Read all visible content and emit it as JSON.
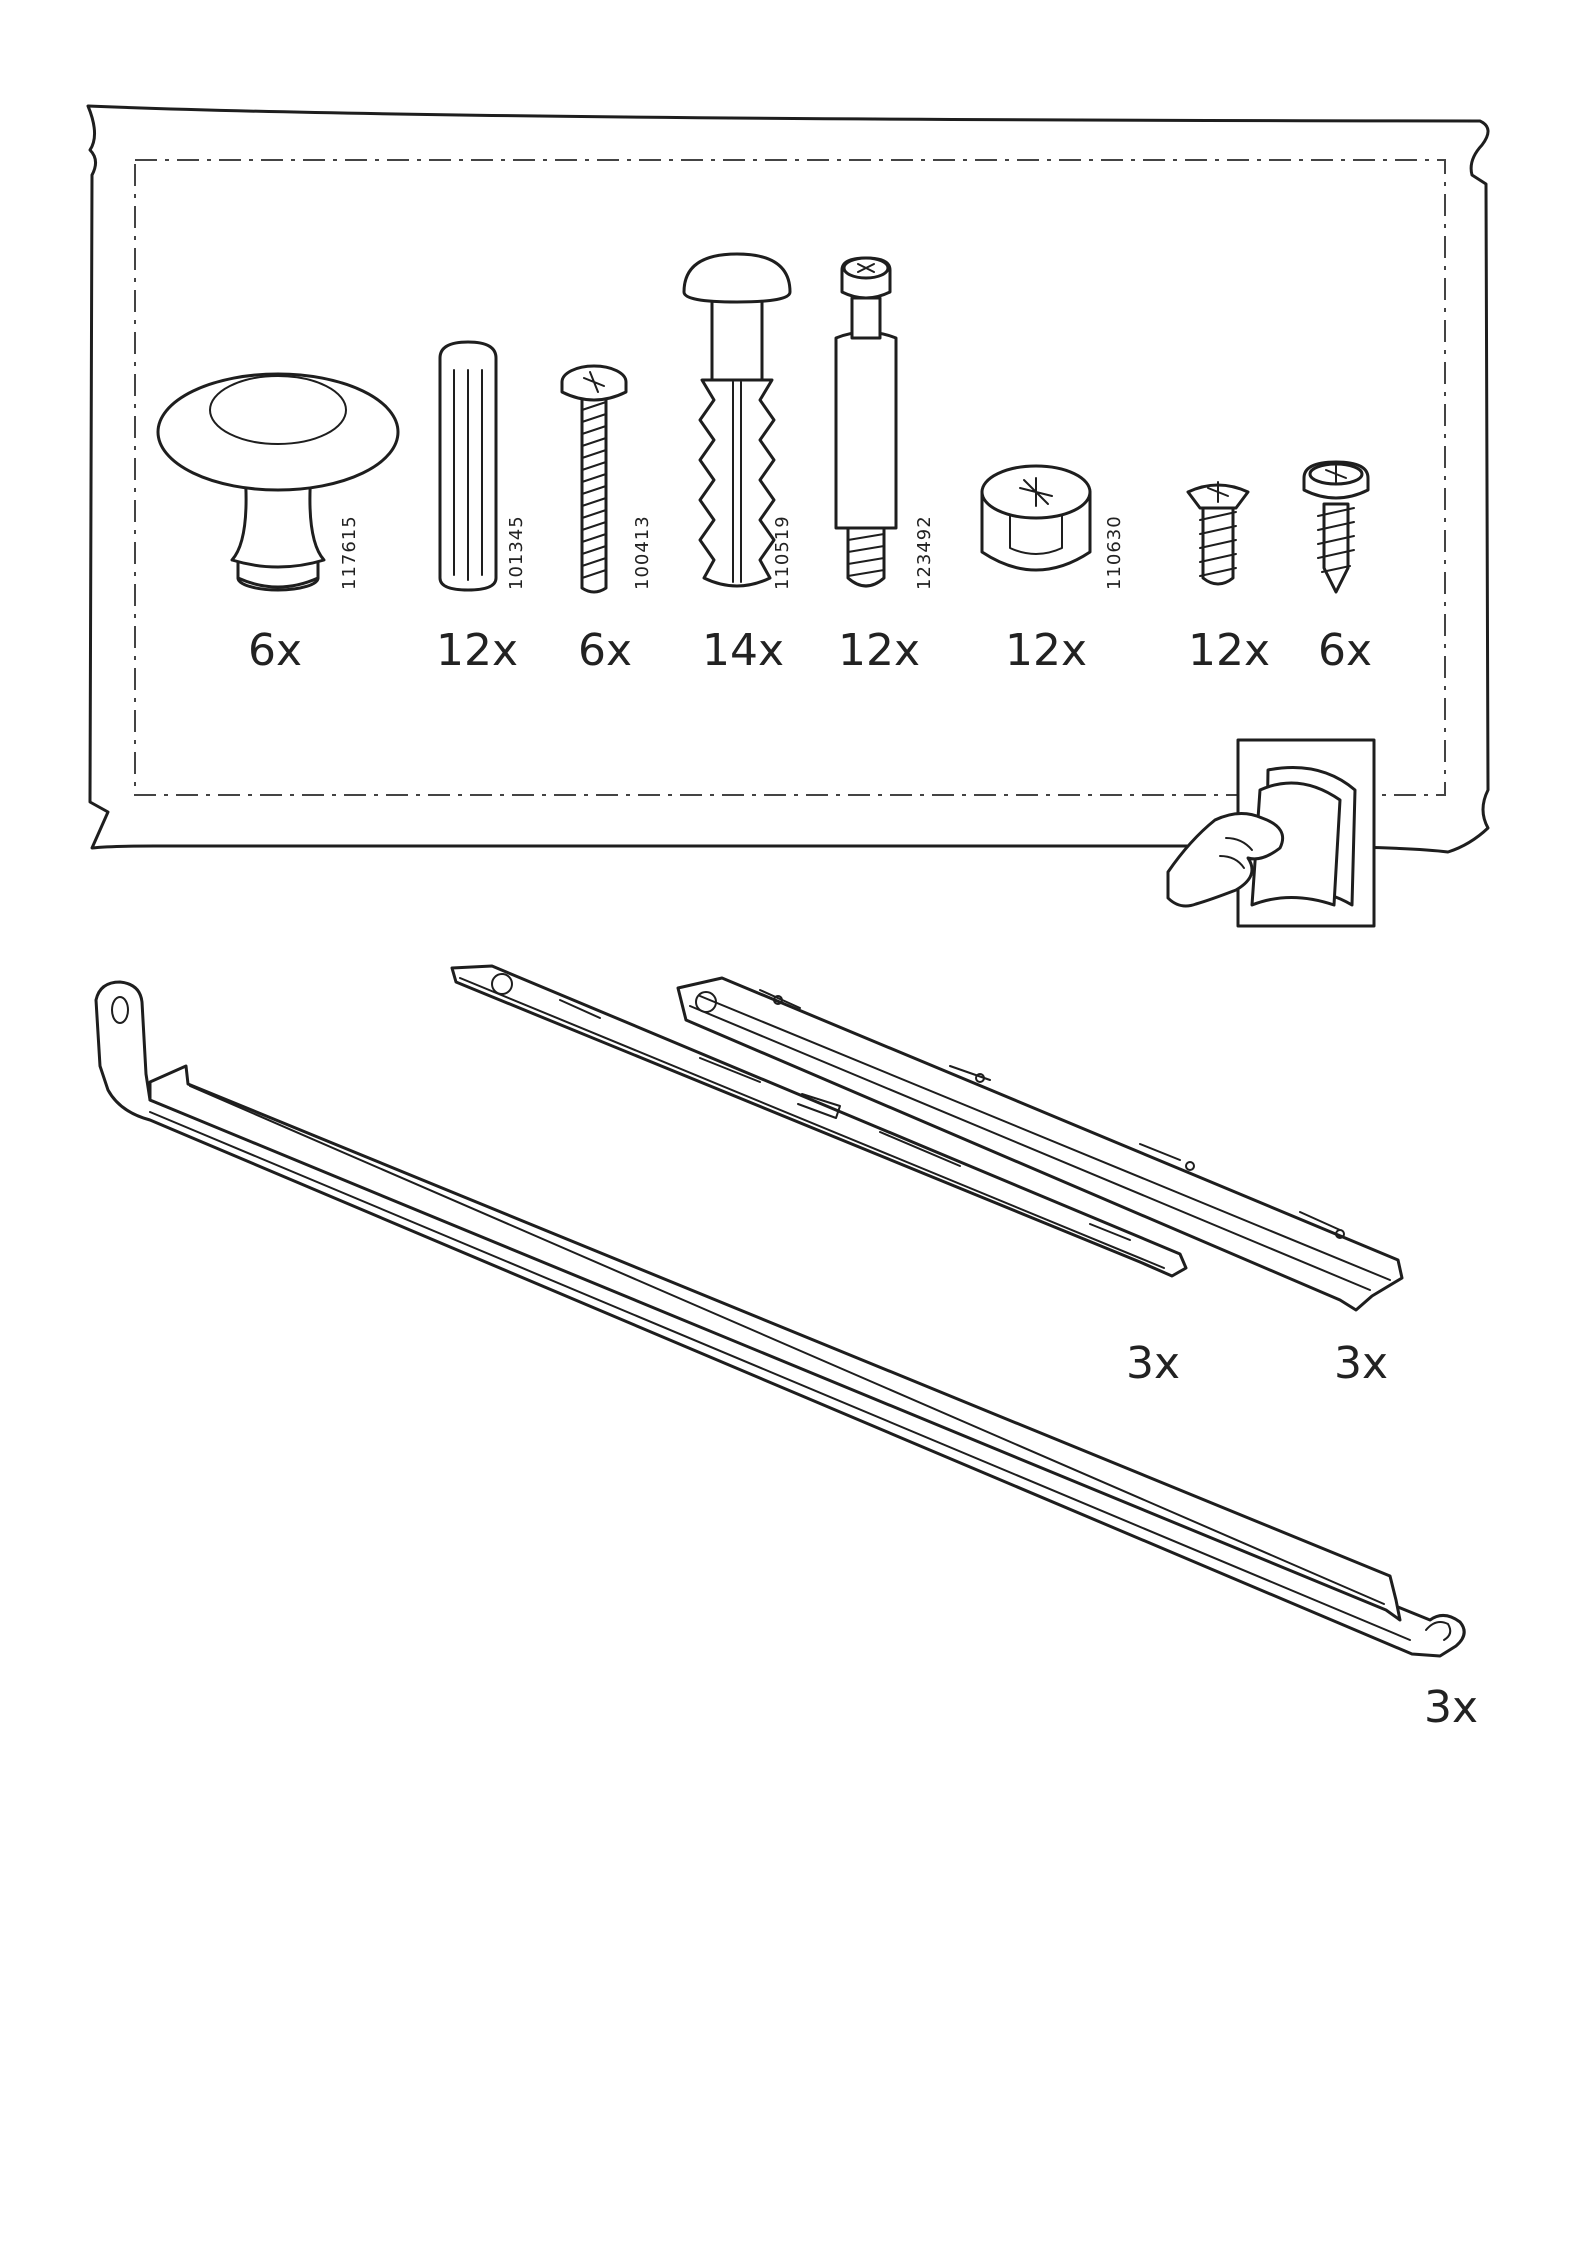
{
  "hardware_bag": {
    "items": [
      {
        "icon": "knob-icon",
        "part_number": "117615",
        "quantity": "6x"
      },
      {
        "icon": "wood-dowel-icon",
        "part_number": "101345",
        "quantity": "12x"
      },
      {
        "icon": "machine-screw-icon",
        "part_number": "100413",
        "quantity": "6x"
      },
      {
        "icon": "plastic-plug-icon",
        "part_number": "110519",
        "quantity": "14x"
      },
      {
        "icon": "cam-bolt-icon",
        "part_number": "123492",
        "quantity": "12x"
      },
      {
        "icon": "cam-lock-icon",
        "part_number": "110630",
        "quantity": "12x"
      },
      {
        "icon": "short-screw-icon",
        "part_number": "",
        "quantity": "12x"
      },
      {
        "icon": "pan-head-screw-icon",
        "part_number": "",
        "quantity": "6x"
      }
    ],
    "turn_page_icon": "turn-page-icon"
  },
  "rails": {
    "drawer_runner_left_qty": "3x",
    "drawer_runner_right_qty": "3x",
    "long_rail_qty": "3x"
  }
}
